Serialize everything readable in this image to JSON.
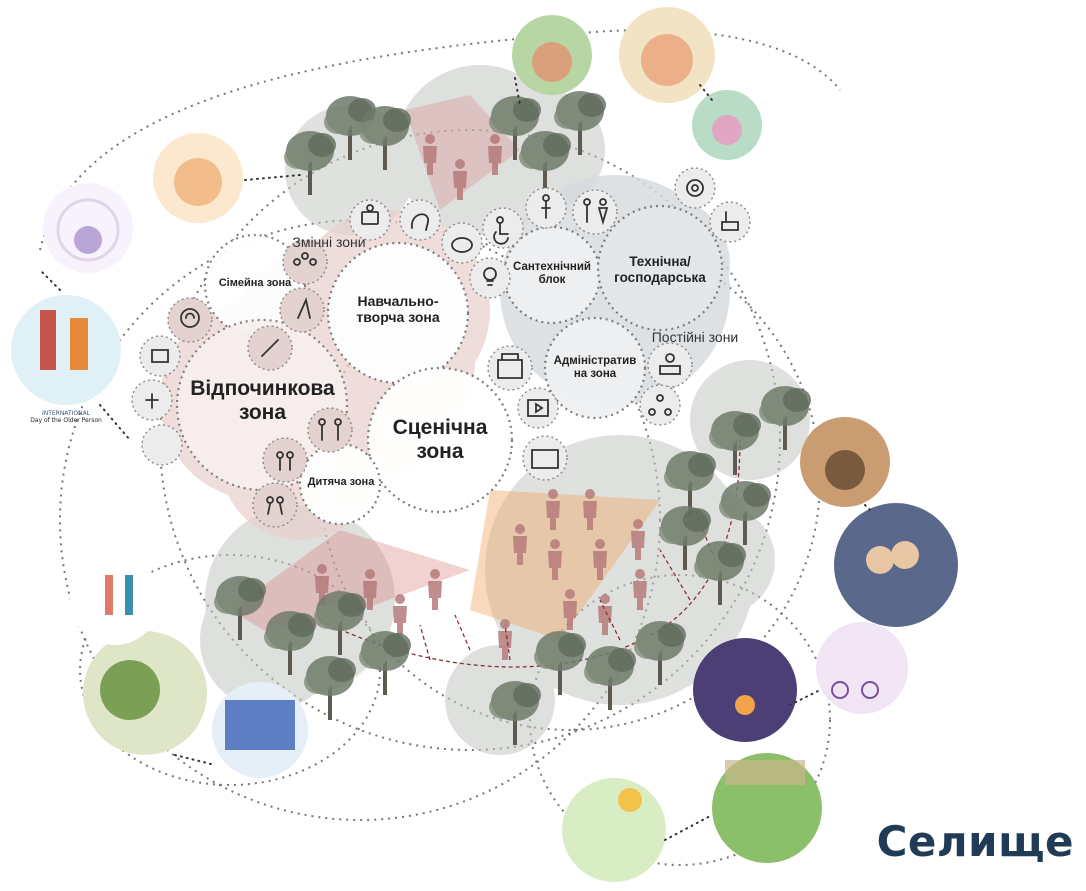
{
  "zones": {
    "variable_group": "Змінні зони",
    "permanent_group": "Постійні зони",
    "family": "Сімейна зона",
    "education": "Навчально-творча зона",
    "rest": "Відпочинкова зона",
    "stage": "Сценічна зона",
    "children": "Дитяча зона",
    "sanitary": "Сантехнічний блок",
    "technical": "Технічна/ господарська",
    "admin": "Адміністратив на зона"
  },
  "poster_caption": {
    "line1": "INTERNATIONAL",
    "line2": "Day of the Older Person"
  },
  "brand": "Селище",
  "icons": [
    "reading-icon",
    "head-gear-icon",
    "piggy-bank-icon",
    "wheelchair-icon",
    "pregnant-icon",
    "restroom-icon",
    "gears-icon",
    "cleaning-icon",
    "lightbulb-icon",
    "family-icon",
    "dance-icon",
    "head-icon",
    "elderly-armchair-icon",
    "hobby-icon",
    "nail-care-icon",
    "children-icon",
    "kids-group-icon",
    "kids-play-icon",
    "theater-stage-icon",
    "video-icon",
    "concert-icon",
    "office-worker-icon",
    "org-chart-icon"
  ],
  "colors": {
    "zone_pink": "#f0d8d8",
    "zone_grey": "#d9dde0",
    "tree_green": "#6f7a6a",
    "audience_orange": "#f2a96b",
    "audience_red": "#d97a7a",
    "brand_blue": "#1f3b55"
  }
}
